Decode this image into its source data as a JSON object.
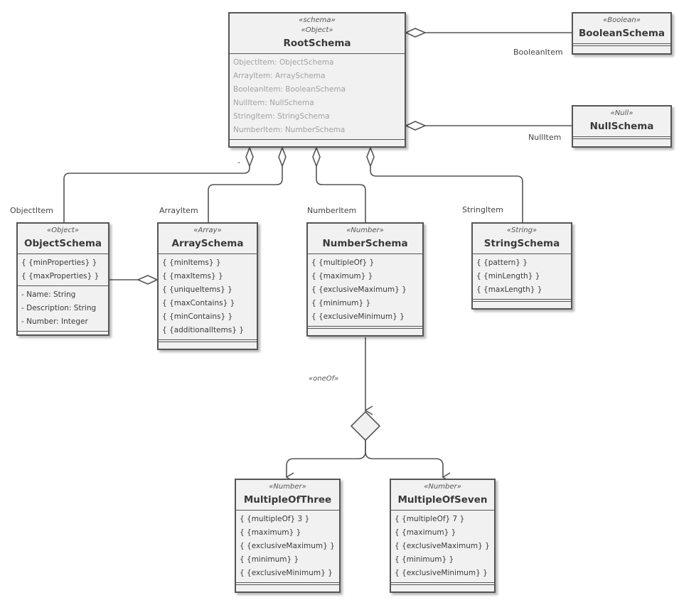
{
  "root": {
    "stereotypes": [
      "«schema»",
      "«Object»"
    ],
    "name": "RootSchema",
    "attributes": [
      "ObjectItem: ObjectSchema",
      "ArrayItem: ArraySchema",
      "BooleanItem: BooleanSchema",
      "NullItem: NullSchema",
      "StringItem: StringSchema",
      "NumberItem: NumberSchema"
    ]
  },
  "boolean_schema": {
    "stereotype": "«Boolean»",
    "name": "BooleanSchema"
  },
  "null_schema": {
    "stereotype": "«Null»",
    "name": "NullSchema"
  },
  "object_schema": {
    "stereotype": "«Object»",
    "name": "ObjectSchema",
    "constraints": [
      "{ {minProperties}  }",
      "{ {maxProperties}  }"
    ],
    "attributes": [
      "- Name: String",
      "- Description: String",
      "- Number: Integer"
    ]
  },
  "array_schema": {
    "stereotype": "«Array»",
    "name": "ArraySchema",
    "constraints": [
      "{ {minItems}  }",
      "{ {maxItems}  }",
      "{ {uniqueItems}  }",
      "{ {maxContains}  }",
      "{ {minContains}  }",
      "{ {additionalItems}  }"
    ]
  },
  "number_schema": {
    "stereotype": "«Number»",
    "name": "NumberSchema",
    "constraints": [
      "{ {multipleOf}  }",
      "{ {maximum}  }",
      "{ {exclusiveMaximum}  }",
      "{ {minimum}  }",
      "{ {exclusiveMinimum}  }"
    ]
  },
  "string_schema": {
    "stereotype": "«String»",
    "name": "StringSchema",
    "constraints": [
      "{ {pattern}  }",
      "{ {minLength}  }",
      "{ {maxLength}  }"
    ]
  },
  "multiple_of_three": {
    "stereotype": "«Number»",
    "name": "MultipleOfThree",
    "constraints": [
      "{ {multipleOf} 3 }",
      "{ {maximum}  }",
      "{ {exclusiveMaximum}  }",
      "{ {minimum}  }",
      "{ {exclusiveMinimum}  }"
    ]
  },
  "multiple_of_seven": {
    "stereotype": "«Number»",
    "name": "MultipleOfSeven",
    "constraints": [
      "{ {multipleOf} 7 }",
      "{ {maximum}  }",
      "{ {exclusiveMaximum}  }",
      "{ {minimum}  }",
      "{ {exclusiveMinimum}  }"
    ]
  },
  "connector_labels": {
    "boolean_item": "BooleanItem",
    "null_item": "NullItem",
    "object_item": "ObjectItem",
    "array_item": "ArrayItem",
    "number_item": "NumberItem",
    "string_item": "StringItem",
    "dash": "-",
    "one_of": "«oneOf»"
  },
  "colors": {
    "box_fill": "#f1f1f1",
    "line": "#555555",
    "muted_text": "#a2a2a2"
  }
}
